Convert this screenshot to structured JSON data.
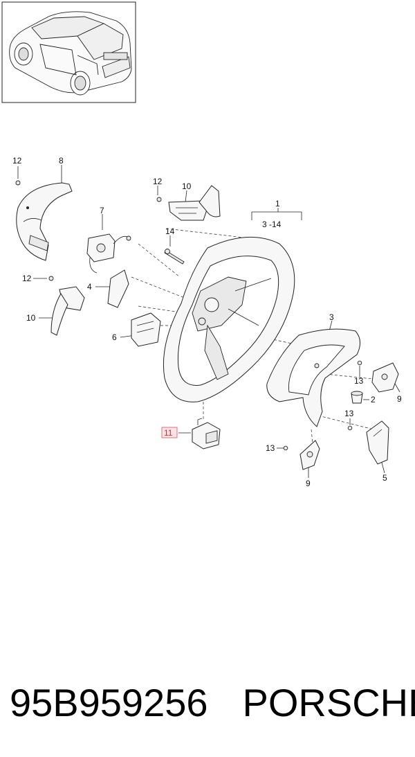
{
  "callouts": {
    "c1": "1",
    "range": "3 -14",
    "c2": "2",
    "c3": "3",
    "c4": "4",
    "c5": "5",
    "c6": "6",
    "c7": "7",
    "c8": "8",
    "c9a": "9",
    "c9b": "9",
    "c10a": "10",
    "c10b": "10",
    "c11": "11",
    "c12a": "12",
    "c12b": "12",
    "c12c": "12",
    "c13a": "13",
    "c13b": "13",
    "c13c": "13",
    "c14": "14"
  },
  "caption": {
    "part_number": "95B959256",
    "brand": "PORSCHE"
  },
  "colors": {
    "highlight_box": "#e0707a",
    "highlight_fill": "#fbe4e6",
    "line": "#222222"
  }
}
